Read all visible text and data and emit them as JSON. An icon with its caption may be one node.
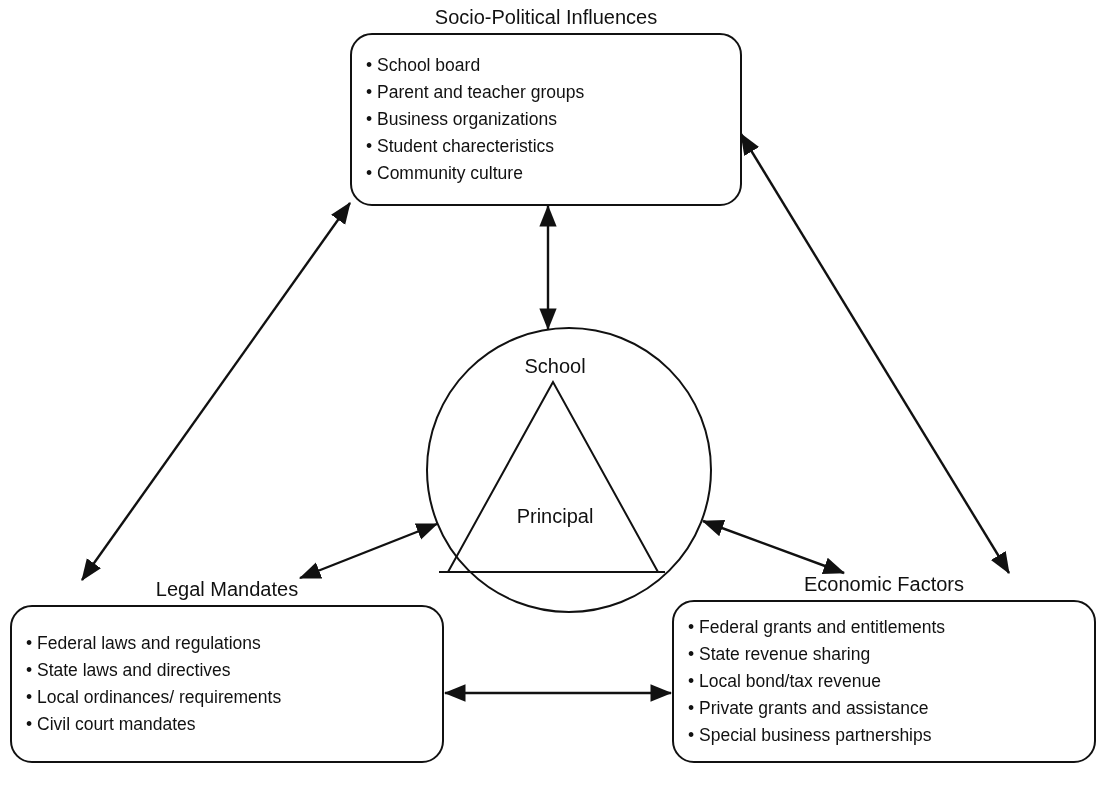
{
  "diagram": {
    "nodes": [
      {
        "text": [
          "Socio-Political Influences",
          "• School board",
          "• Parent and teacher groups",
          "• Business organizations",
          "• Student charecteristics",
          "• Community culture"
        ]
      },
      {
        "text": [
          "School",
          "Principal"
        ]
      },
      {
        "text": [
          "Legal Mandates",
          "• Federal laws and regulations",
          "• State laws and directives",
          "• Local ordinances/ requirements",
          "• Civil court mandates"
        ]
      },
      {
        "text": [
          "Economic Factors",
          "• Federal grants and entitlements",
          "• State revenue sharing",
          "• Local bond/tax revenue",
          "• Private grants and assistance",
          "• Special business partnerships"
        ]
      }
    ],
    "edges": [
      {
        "from": 0,
        "to": 1,
        "arrow": "both"
      },
      {
        "from": 0,
        "to": 2,
        "arrow": "both"
      },
      {
        "from": 0,
        "to": 3,
        "arrow": "both"
      },
      {
        "from": 2,
        "to": 1,
        "arrow": "both"
      },
      {
        "from": 1,
        "to": 3,
        "arrow": "both"
      },
      {
        "from": 2,
        "to": 3,
        "arrow": "both"
      }
    ]
  }
}
